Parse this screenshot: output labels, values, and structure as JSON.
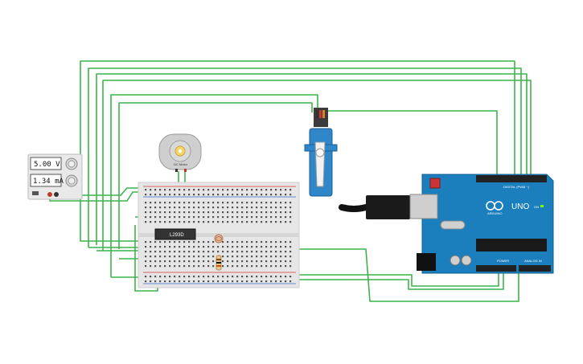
{
  "power_supply": {
    "voltage": "5.00 V",
    "current": "1.34 mA"
  },
  "motor": {
    "label": "DC Motor"
  },
  "driver_chip": {
    "label": "L293D"
  },
  "arduino": {
    "brand": "ARDUINO",
    "model": "UNO",
    "power_header": "POWER",
    "analog_header": "ANALOG IN",
    "digital_header": "DIGITAL (PWM ~)",
    "on_label": "ON"
  },
  "colors": {
    "wire": "#3cb44b",
    "arduino_board": "#1b7fbd",
    "servo": "#2f86c9",
    "breadboard": "#e6e6e6",
    "psu": "#e9e9e9"
  },
  "icons": [
    "arduino-logo-icon",
    "usb-cable-icon",
    "gear-icon"
  ]
}
